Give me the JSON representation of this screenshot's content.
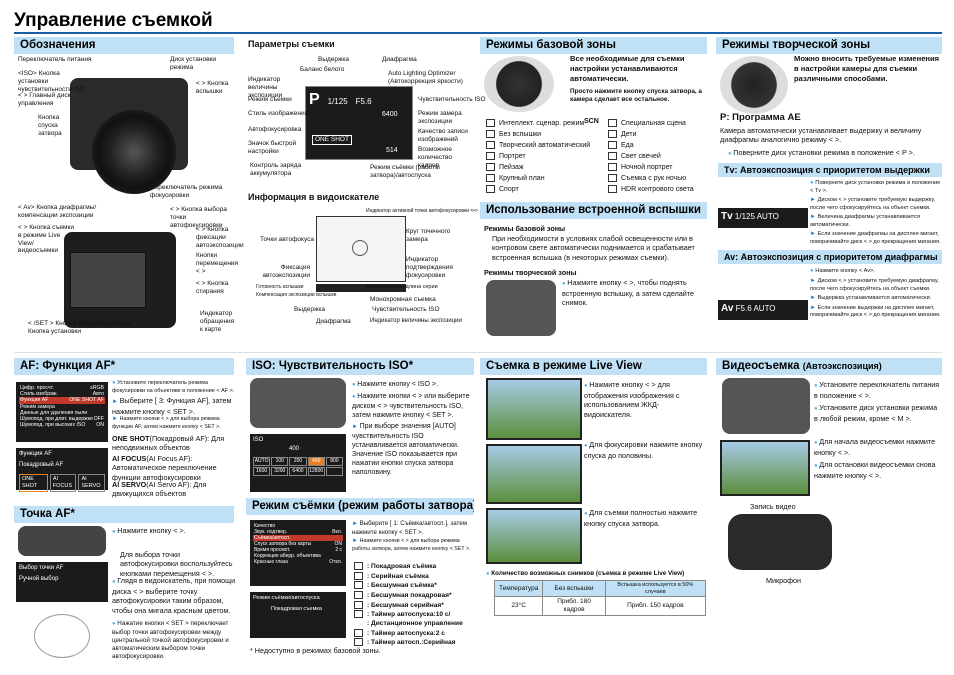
{
  "title": "Управление съемкой",
  "sections": {
    "oboz": "Обозначения",
    "params": "Параметры съемки",
    "basic": "Режимы базовой зоны",
    "creative": "Режимы творческой зоны",
    "viewfinder": "Информация в видоискателе",
    "flash": "Использование встроенной вспышки",
    "af": "AF: Функция AF*",
    "iso": "ISO: Чувствительность ISO*",
    "live": "Съемка в режиме Live View",
    "video": "Видеосъемка",
    "video_sub": "(Автоэкспозиция)",
    "point": "Точка AF*",
    "drive": "Режим съёмки (режим работы затвора)"
  },
  "oboz_labels": {
    "power": "Переключатель питания",
    "iso": "<ISO> Кнопка установки чувствительности ISO",
    "mode_dial": "Диск установки режима",
    "main_dial": "< > Главный диск управления",
    "flash_btn": "< > Кнопка вспышки",
    "shutter": "Кнопка спуска затвора",
    "focus_sw": "Переключатель режима фокусировки",
    "av_btn": "< Av> Кнопка диафрагмы/ компенсации экспозиции",
    "live_btn": "< > Кнопка съемки в режиме Live View/ видеосъемки",
    "af_point_btn": "< > Кнопка выбора точки автофокусировки",
    "ae_lock": "< > Кнопка фиксации автоэкспозиции",
    "cross": "Кнопки перемещения < >",
    "erase": "< > Кнопка стирания",
    "access": "Индикатор обращения к карте",
    "q_btn": "< /SET > Кнопка быстрого выбора/Кнопка установки"
  },
  "params_labels": {
    "shutter": "Выдержка",
    "wb": "Баланс белого",
    "level": "Индикатор величины экспозиции",
    "mode": "Режим съемки",
    "style": "Стиль изображения",
    "af_mode": "Автофокусировка",
    "drive": "Значок быстрой настройки",
    "battery": "Контроль заряда аккумулятора",
    "aperture": "Диафрагма",
    "alo": "Auto Lighting Optimizer (Автокоррекция яркости)",
    "iso": "Чувствительность ISO",
    "metering": "Режим замера экспозиции",
    "quality": "Качество записи изображений",
    "shots": "Возможное количество кадров",
    "drive2": "Режим съёмки (работы затвора)/автоспуска",
    "screen_p": "P",
    "screen_shutter": "1/125",
    "screen_ap": "F5.6",
    "screen_iso": "6400",
    "screen_shots": "514",
    "screen_one": "ONE SHOT"
  },
  "vf_labels": {
    "indicator": "Индикатор активной точки автофокусировки <•>",
    "points": "Точки автофокуса",
    "circle": "Круг точечного замера",
    "fix": "Фиксация автоэкспозиции",
    "flash_ready": "Готовность вспышки",
    "flash_fix": "Компенсация экспозиции вспышки",
    "shutter": "Выдержка",
    "aperture": "Диафрагма",
    "focus_ind": "Индикатор подтверждения фокусировки",
    "max_burst": "Максимальная длина серии",
    "mono": "Монохромная съемка",
    "iso": "Чувствительность ISO",
    "level": "Индикатор величины экспозиции"
  },
  "basic": {
    "lead": "Все необходимые для съемки настройки устанавливаются автоматически.",
    "lead2": "Просто нажмите кнопку спуска затвора, а камера сделает все остальное.",
    "left": [
      "Интеллект. сценар. режим",
      "Без вспышки",
      "Творческий автоматический",
      "Портрет",
      "Пейзаж",
      "Крупный план",
      "Спорт"
    ],
    "scn": "SCN",
    "right": [
      "Специальная сцена",
      "Дети",
      "Еда",
      "Свет свечей",
      "Ночной портрет",
      "Съемка с рук ночью",
      "HDR контрового света"
    ]
  },
  "creative": {
    "lead": "Можно вносить требуемые изменения в настройки камеры для съемки различными способами.",
    "p_title": "P: Программа AE",
    "p_text": "Камера автоматически устанавливает выдержку и величину диафрагмы аналогично режиму < >.",
    "p_bul": "Поверните диск установки режима в положение < P >.",
    "tv_title": "Tv: Автоэкспозиция с приоритетом выдержки",
    "tv_items": [
      "Поверните диск установки режима в положение < Tv >.",
      "Диском < > установите требуемую выдержку, после чего сфокусируйтесь на объект съемки.",
      "Величина диафрагмы устанавливается автоматически.",
      "Если значение диафрагмы на дисплее мигает, поворачивайте диск < > до прекращения мигания."
    ],
    "tv_screen": "1/125",
    "av_title": "Av: Автоэкспозиция с приоритетом диафрагмы",
    "av_items": [
      "Нажмите кнопку < Av>.",
      "Диском < > установите требуемую диафрагму, после чего сфокусируйтесь на объект съемки.",
      "Выдержка устанавливается автоматически.",
      "Если значение выдержки на дисплее мигает, поворачивайте диск < > до прекращения мигания."
    ],
    "av_screen": "F5.6",
    "auto": "AUTO"
  },
  "flash": {
    "basic_t": "Режимы базовой зоны",
    "basic_txt": "При необходимости в условиях слабой освещенности или в контровом свете автоматически поднимается и срабатывает встроенная вспышка (в некоторых режимах съемки).",
    "creative_t": "Режимы творческой зоны",
    "creative_txt": "Нажмите кнопку < >, чтобы поднять встроенную вспышку, а затем сделайте снимок."
  },
  "af": {
    "bul": "Установите переключатель режима фокусировки на объективе в положение < AF >.",
    "tri1": "Выберите [ 3: Функция AF], затем нажмите кнопку < SET >.",
    "tri2": "Нажмите кнопки < > для выбора режима функции AF, затем нажмите кнопку < SET >.",
    "one": "ONE SHOT",
    "one_t": "(Покадровый AF): Для неподвижных объектов",
    "ai": "AI FOCUS",
    "ai_t": "(AI Focus AF): Автоматическое переключение функции автофокусировки",
    "servo": "AI SERVO",
    "servo_t": "(AI Servo AF): Для движущихся объектов",
    "menu_rows": [
      "Цифр. просчт.",
      "Стиль изобрaж.",
      "Функция AF",
      "Режим замера",
      "Данные для удаления пыли",
      "Шумопод. при длит. выдержке",
      "Шумопод. при высоких ISO"
    ],
    "menu_vals": [
      "sRGB",
      "Авто",
      "ONE SHOT AF",
      "",
      "",
      "OFF",
      "ON"
    ],
    "screen_title": "Функция AF",
    "screen_sub": "Покадровый AF",
    "screen_btns": [
      "ONE SHOT",
      "AI FOCUS",
      "AI SERVO"
    ]
  },
  "iso": {
    "items": [
      "Нажмите кнопку < ISO >.",
      "Нажмите кнопки < > или выберите диском < > чувствительность ISO, затем нажмите кнопку < SET >.",
      "При выборе значения [AUTO] чувствительность ISO устанавливается автоматически. Значение ISO показывается при нажатии кнопки спуска затвора наполовину."
    ],
    "screen_title": "ISO",
    "screen_val": "400",
    "grid": [
      "AUTO",
      "100",
      "200",
      "400",
      "800",
      "1600",
      "3200",
      "6400",
      "12800",
      ""
    ]
  },
  "live": {
    "a": "Нажмите кнопку < > для отображения изображения с использованием ЖКД-видоискателя.",
    "b": "Для фокусировки нажмите кнопку спуска до половины.",
    "c": "Для съемки полностью нажмите кнопку спуска затвора.",
    "table_title": "Количество возможных снимков (съемка в режиме Live View)",
    "headers": [
      "Температура",
      "Без вспышки",
      "Вспышка используется в 50% случаев"
    ],
    "row": [
      "23°C",
      "Прибл. 180 кадров",
      "Прибл. 150 кадров"
    ]
  },
  "video": {
    "a": "Установите переключатель питания в положение < >.",
    "b": "Установите диск установки режима в любой режим, кроме < M >.",
    "c": "Для начала видеосъемки нажмите кнопку < >.",
    "d": "Для остановки видеосъемки снова нажмите кнопку < >.",
    "rec": "Запись видео",
    "mic": "Микрофон"
  },
  "point": {
    "a": "Нажмите кнопку < >.",
    "b": "Для выбора точки автофокусировки воспользуйтесь кнопками перемещения < >.",
    "c": "Глядя в видоискатель, при помощи диска < > выберите точку автофокусировки таким образом, чтобы она мигала красным цветом.",
    "d": "Нажатие кнопки < SET > переключает выбор точки автофокусировки между центральной точкой автофокусировки и автоматическим выбором точки автофокусировки.",
    "screen_title": "Выбор точки AF",
    "screen_sub": "Ручной выбор"
  },
  "drive": {
    "tri1": "Выберите [ 1: Съёмка/автосп.], затем нажмите кнопку < SET >.",
    "tri2": "Нажмите кнопки < > для выбора режима работы затвора, затем нажмите кнопку < SET >.",
    "items": [
      ": Покадровая съёмка",
      ": Серийная съёмка",
      ": Бесшумная съёмка*",
      ": Бесшумная покадровая*",
      ": Бесшумная серийная*",
      ": Таймер автоспуска:10 с/",
      ": Дистанционное управление",
      ": Таймер автоспуска:2 с",
      ": Таймер автосп.:Серийная"
    ],
    "note": "* Недоступно в режимах базовой зоны.",
    "menu_rows": [
      "Качество",
      "Звук. подтвер.",
      "Съёмка/автосп.",
      "Спуск затвора без карты",
      "Время просмот.",
      "Коррекция аберр. объектива",
      "Красные глаза"
    ],
    "menu_vals": [
      "",
      "Вкл.",
      "",
      "ON",
      "2 с",
      "",
      "Откл."
    ],
    "screen_title": "Режим съёмки/автоспуска",
    "screen_sub": "Покадровая съемка"
  }
}
